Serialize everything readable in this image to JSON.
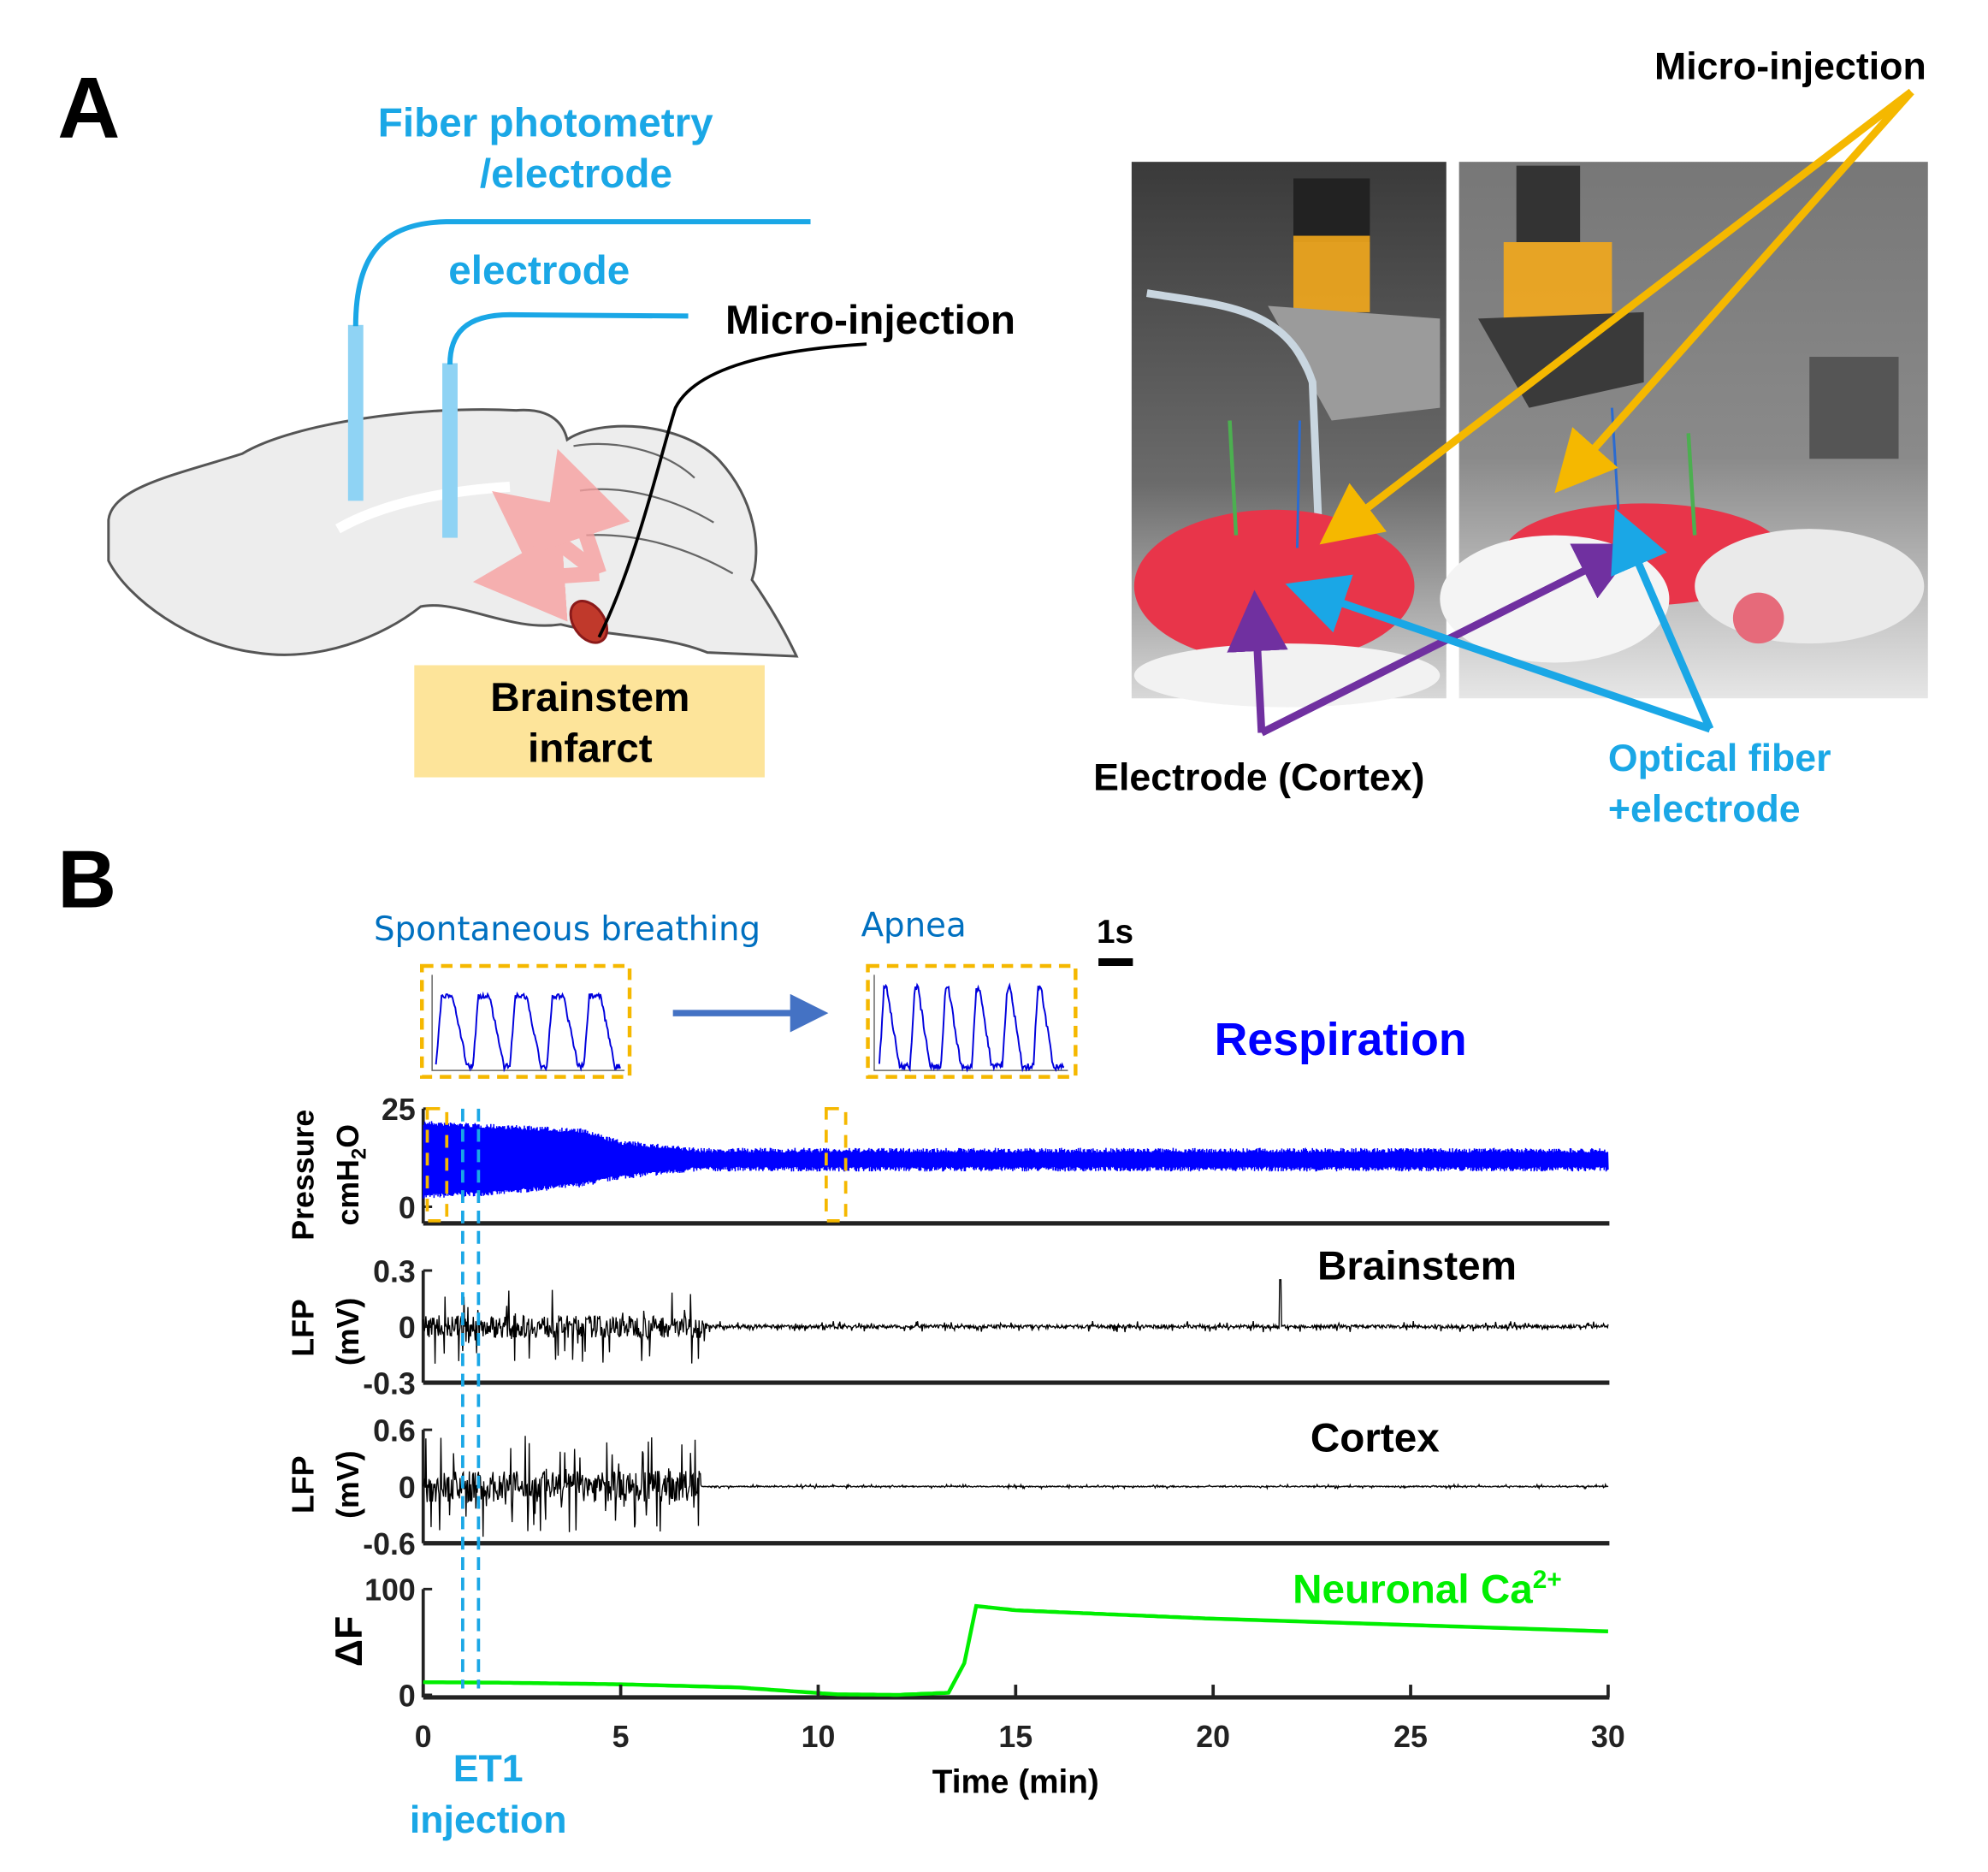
{
  "panel_a": {
    "label": "A",
    "fiber_label_line1": "Fiber photometry",
    "fiber_label_line2": "/electrode",
    "electrode_label": "electrode",
    "microinjection_label": "Micro-injection",
    "infarct_line1": "Brainstem",
    "infarct_line2": "infarct",
    "photo_microinjection_label": "Micro-injection",
    "photo_electrode_label": "Electrode (Cortex)",
    "photo_fiber_line1": "Optical fiber",
    "photo_fiber_line2": "+electrode",
    "colors": {
      "fiber_text": "#1aa7e6",
      "fiber": "#8fd3f4",
      "infarct_box": "#fde49a",
      "yellow_arrow": "#f5b800",
      "purple_arrow": "#7030a0",
      "blue_arrow": "#1aa7e6"
    }
  },
  "panel_b": {
    "label": "B",
    "inset_left_title": "Spontaneous breathing",
    "inset_right_title": "Apnea",
    "scalebar_label": "1s",
    "respiration_title": "Respiration",
    "et1_line1": "ET1",
    "et1_line2": "injection"
  },
  "chart_data": {
    "type": "line",
    "x_label": "Time (min)",
    "x_ticks": [
      "0",
      "5",
      "10",
      "15",
      "20",
      "25",
      "30"
    ],
    "xlim": [
      0,
      30
    ],
    "annotations": {
      "et1_injection_min": [
        1.0,
        1.4
      ],
      "inset_windows_min": [
        [
          0.2,
          0.5
        ],
        [
          10.3,
          10.6
        ]
      ]
    },
    "panels": [
      {
        "name": "pressure",
        "ylabel_line1": "Pressure",
        "ylabel_line2": "cmH",
        "ylabel_sub": "2",
        "ylabel_end": "O",
        "y_ticks": [
          "25",
          "0"
        ],
        "ylim": [
          0,
          25
        ],
        "color": "#0000ff",
        "envelope": {
          "t": [
            0,
            2,
            4,
            5,
            7,
            30
          ],
          "upper": [
            22,
            21,
            20,
            17,
            15,
            15
          ],
          "lower": [
            2,
            3,
            5,
            7,
            9,
            9
          ]
        }
      },
      {
        "name": "brainstem",
        "title": "Brainstem",
        "ylabel_line1": "LFP",
        "ylabel_line2": "(mV)",
        "y_ticks": [
          "0.3",
          "0",
          "-0.3"
        ],
        "ylim": [
          -0.3,
          0.3
        ],
        "color": "#000000",
        "amplitude": {
          "t": [
            0,
            7,
            7.2,
            30
          ],
          "amp": [
            0.2,
            0.2,
            0.03,
            0.03
          ]
        },
        "spike_min": 21.7
      },
      {
        "name": "cortex",
        "title": "Cortex",
        "ylabel_line1": "LFP",
        "ylabel_line2": "(mV)",
        "y_ticks": [
          "0.6",
          "0",
          "-0.6"
        ],
        "ylim": [
          -0.6,
          0.6
        ],
        "color": "#000000",
        "amplitude": {
          "t": [
            0,
            7,
            7.05,
            30
          ],
          "amp": [
            0.55,
            0.55,
            0.02,
            0.02
          ]
        }
      },
      {
        "name": "calcium",
        "title": "Neuronal Ca",
        "title_sup": "2+",
        "ylabel_line1": "ΔF",
        "y_ticks": [
          "100",
          "0"
        ],
        "ylim": [
          0,
          100
        ],
        "color": "#00ee00",
        "x": [
          0,
          2,
          5,
          8,
          9.5,
          10.5,
          12,
          13.3,
          13.7,
          14,
          15,
          20,
          25,
          30
        ],
        "y": [
          12,
          11.5,
          10,
          7,
          3,
          0.5,
          0,
          2,
          30,
          84,
          80,
          72,
          66,
          60
        ]
      }
    ]
  }
}
